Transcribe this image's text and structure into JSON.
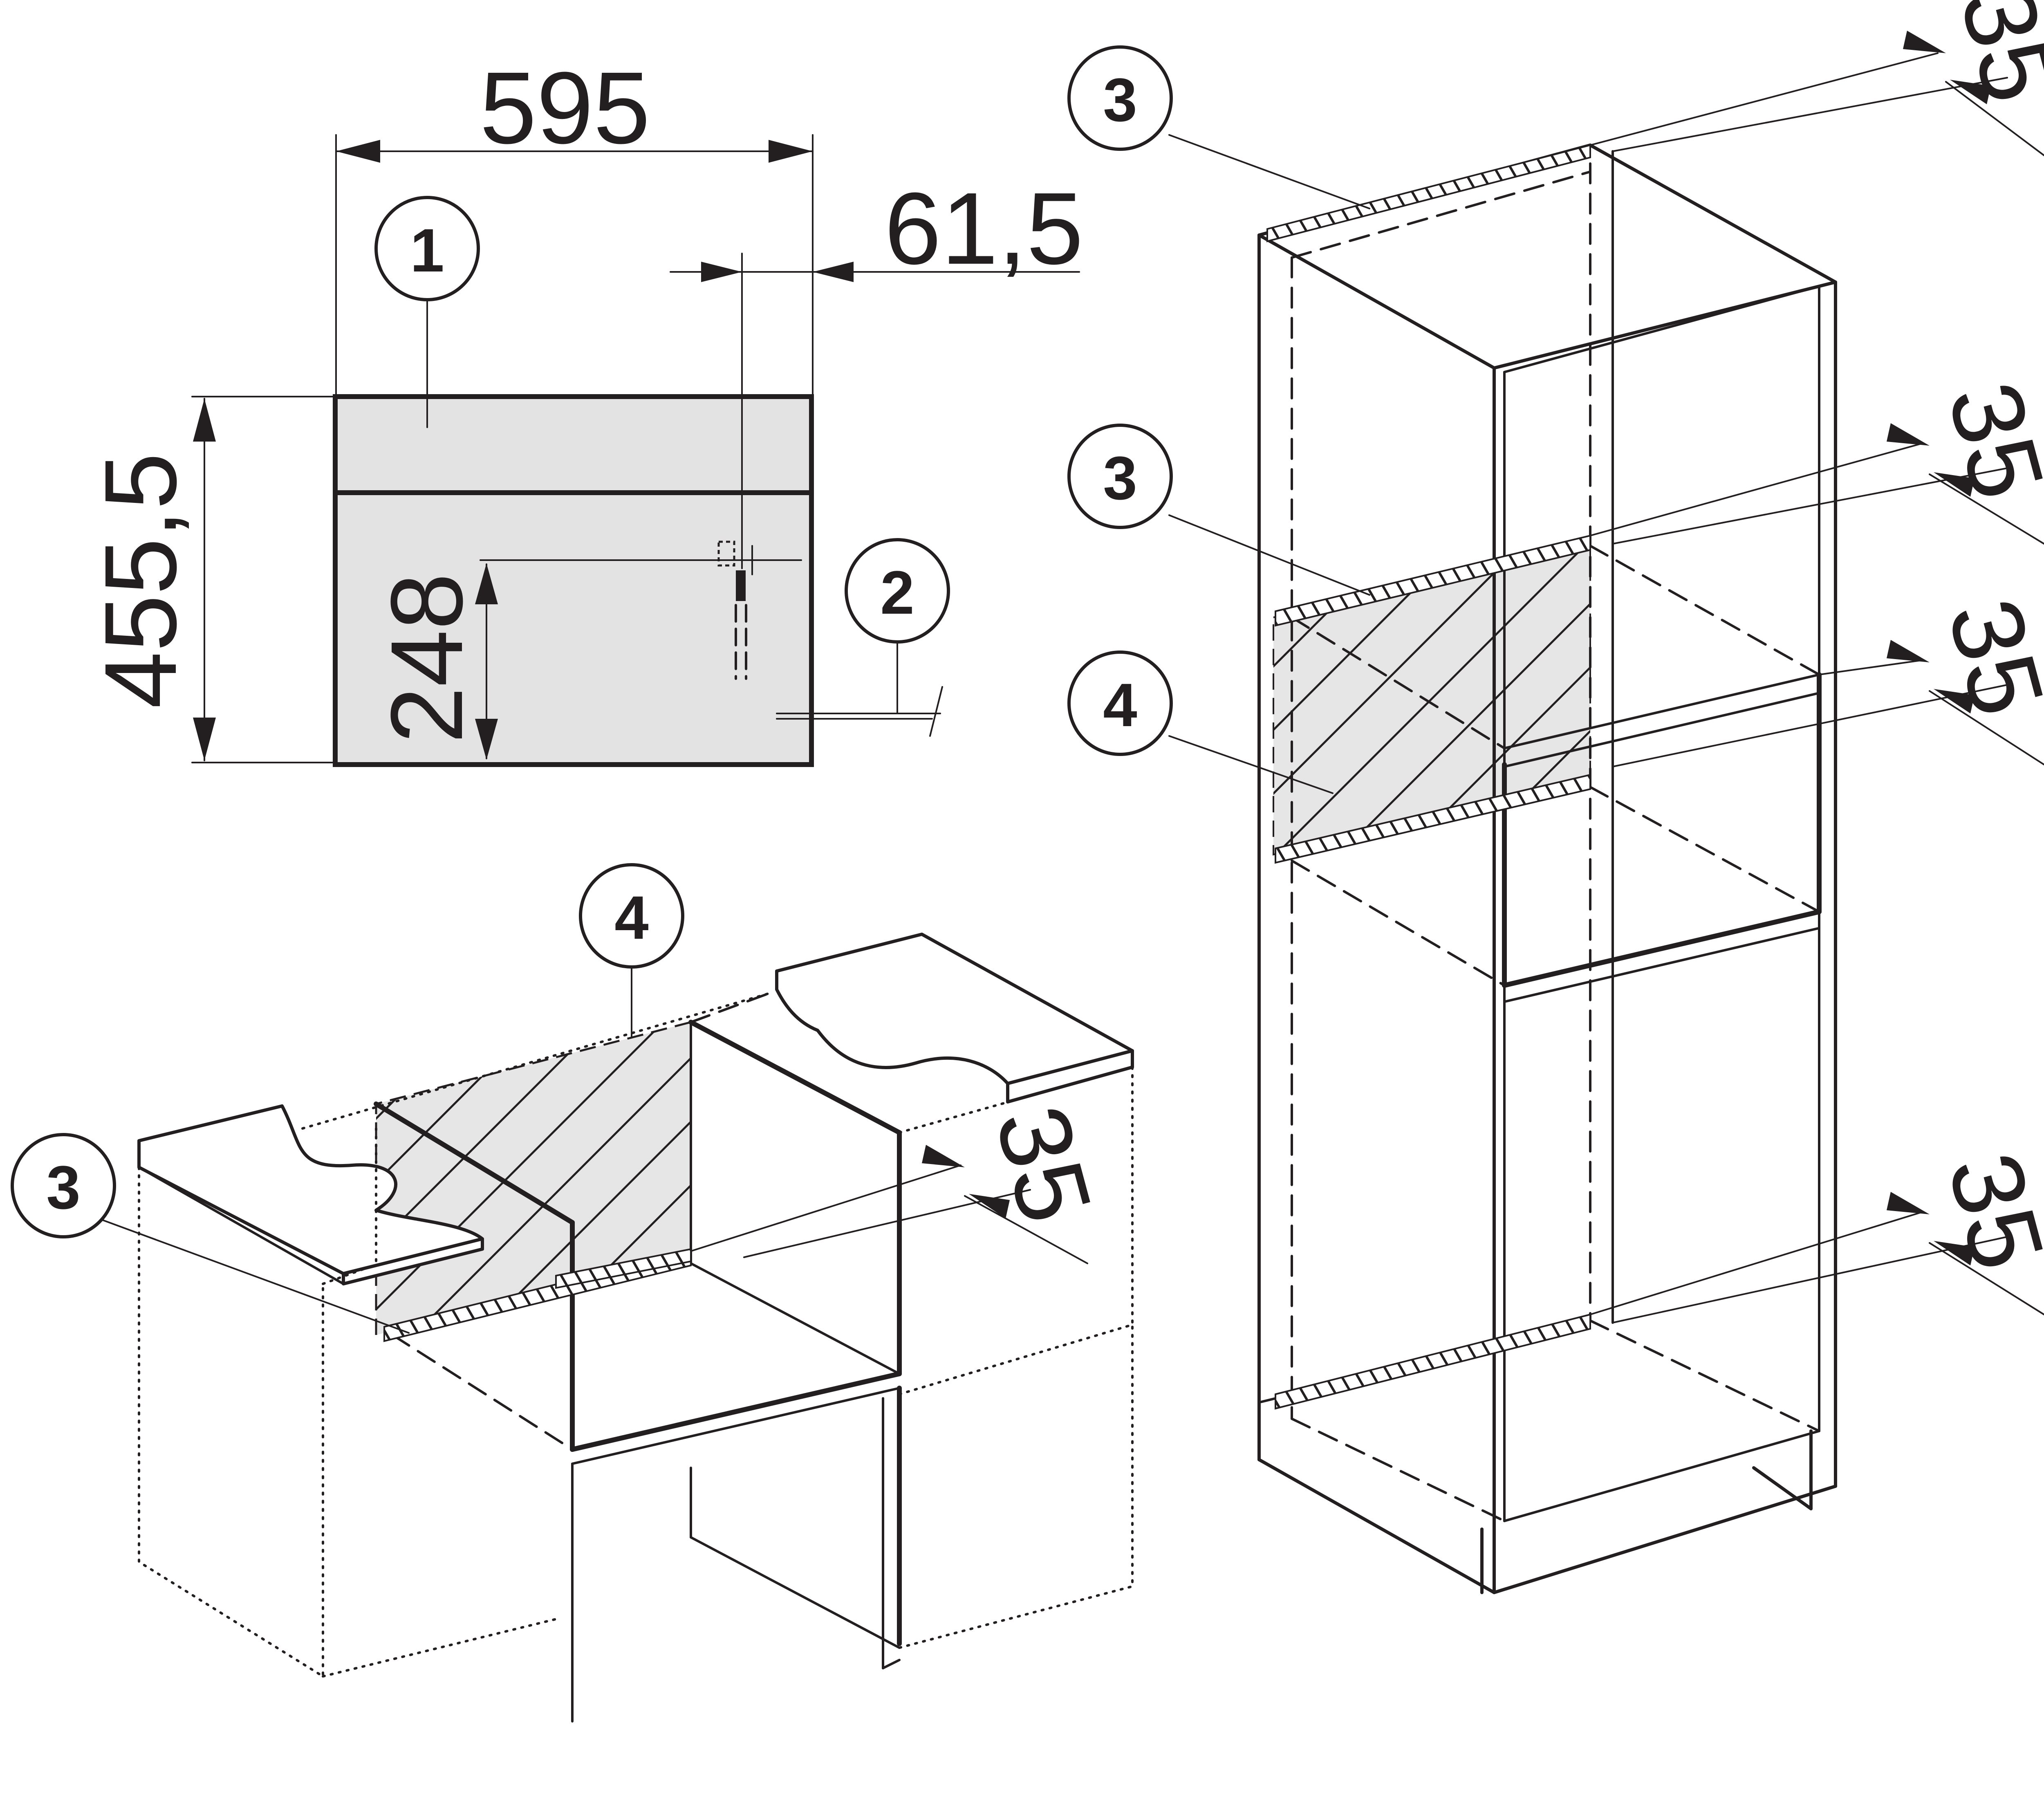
{
  "colors": {
    "line": "#231f20",
    "panel_fill": "#e3e3e4",
    "hatch_fill": "#e6e6e7"
  },
  "dimensions": {
    "width": "595",
    "height": "455,5",
    "offset_right": "61,5",
    "connection_height": "248",
    "gap": "35"
  },
  "callouts": {
    "c1": "1",
    "c2": "2",
    "c3": "3",
    "c4": "4"
  }
}
